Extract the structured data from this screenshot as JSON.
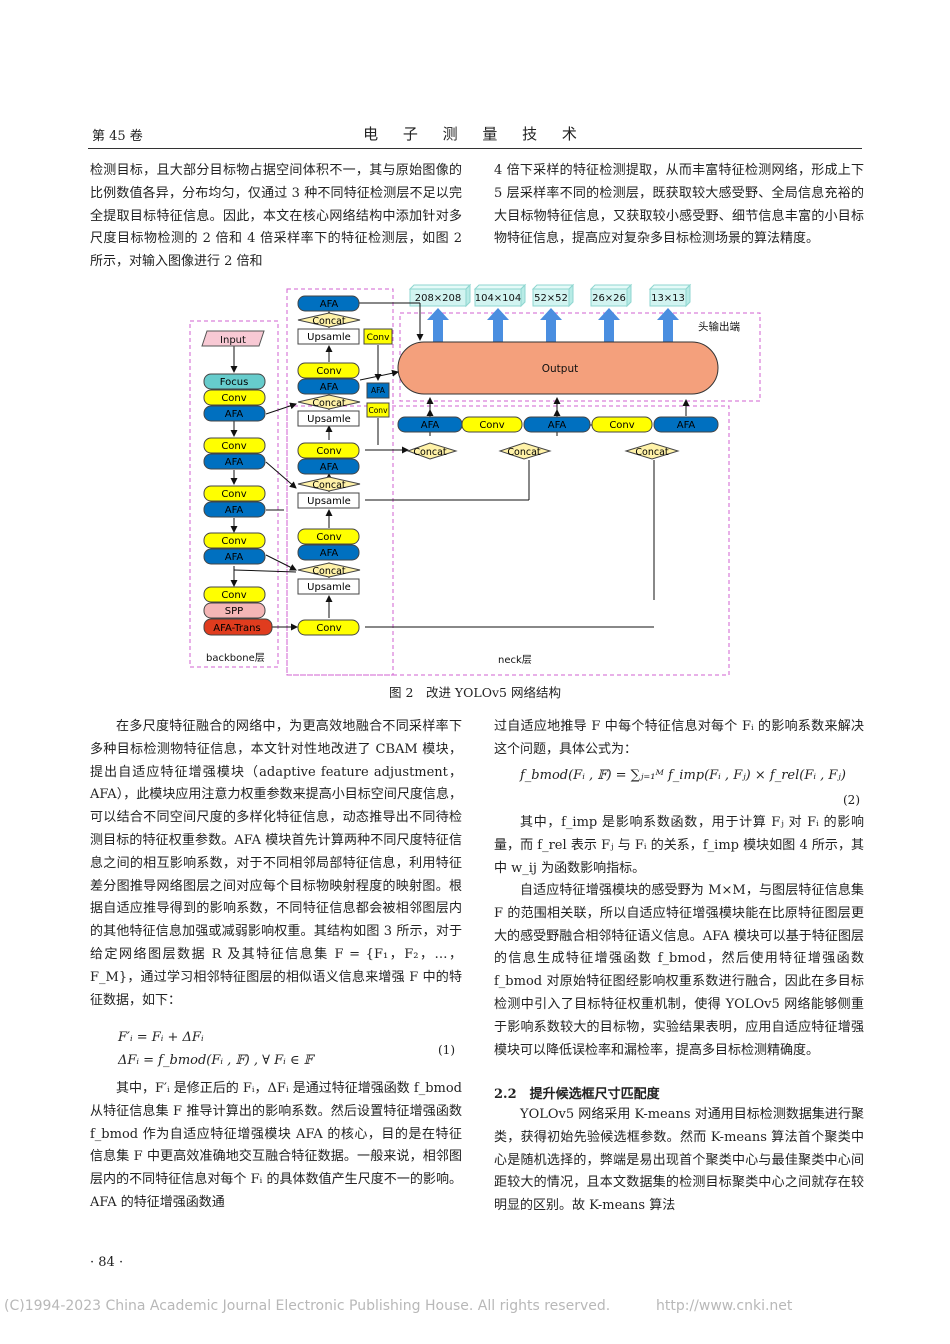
{
  "header": {
    "volume": "第 45 卷",
    "journal": "电 子 测 量 技 术"
  },
  "top_left_text": "检测目标，且大部分目标物占据空间体积不一，其与原始图像的比例数值各异，分布均匀，仅通过 3 种不同特征检测层不足以完全提取目标特征信息。因此，本文在核心网络结构中添加针对多尺度目标物检测的 2 倍和 4 倍采样率下的特征检测层，如图 2 所示，对输入图像进行 2 倍和",
  "top_right_text": "4 倍下采样的特征检测提取，从而丰富特征检测网络，形成上下 5 层采样率不同的检测层，既获取较大感受野、全局信息充裕的大目标物特征信息，又获取较小感受野、细节信息丰富的小目标物特征信息，提高应对复杂多目标检测场景的算法精度。",
  "figure": {
    "caption": "图 2　改进 YOLOv5 网络结构",
    "outputs": [
      "208×208",
      "104×104",
      "52×52",
      "26×26",
      "13×13"
    ],
    "head_label": "头输出端",
    "backbone_label": "backbone层",
    "neck_label": "neck层",
    "output_label": "Output",
    "input_label": "Input",
    "focus": "Focus",
    "conv": "Conv",
    "afa": "AFA",
    "concat": "Concat",
    "upsample": "Upsamle",
    "spp": "SPP",
    "afa_trans": "AFA-Trans",
    "colors": {
      "conv": "#ffff00",
      "afa": "#0070c0",
      "focus": "#66cccc",
      "spp": "#f4b6b6",
      "afa_trans": "#e03c1e",
      "output": "#f4a07c",
      "concat": "#fff2a8",
      "input": "#f8c9d4",
      "outputs": "#d2f4f1",
      "arrow": "#4a8ee0",
      "dashed": "#d060d0"
    }
  },
  "left_body": [
    "在多尺度特征融合的网络中，为更高效地融合不同采样率下多种目标检测物特征信息，本文针对性地改进了 CBAM 模块，提出自适应特征增强模块（adaptive feature adjustment，AFA），此模块应用注意力权重参数来提高小目标空间尺度信息，可以结合不同空间尺度的多样化特征信息，动态推导出不同待检测目标的特征权重参数。AFA 模块首先计算两种不同尺度特征信息之间的相互影响系数，对于不同相邻局部特征信息，利用特征差分图推导网络图层之间对应每个目标物映射程度的映射图。根据自适应推导得到的影响系数，不同特征信息都会被相邻图层内的其他特征信息加强或减弱影响权重。其结构如图 3 所示，对于给定网络图层数据 R 及其特征信息集 F = {F₁，F₂，…，F_M}，通过学习相邻特征图层的相似语义信息来增强 F 中的特征数据，如下："
  ],
  "eq1_line1": "F′ᵢ = Fᵢ + ΔFᵢ",
  "eq1_line2": "ΔFᵢ = f_bmod(Fᵢ , 𝔽) , ∀ Fᵢ ∈ 𝔽",
  "eq1_no": "(1)",
  "left_body2": [
    "其中，F′ᵢ 是修正后的 Fᵢ，ΔFᵢ 是通过特征增强函数 f_bmod 从特征信息集 F 推导计算出的影响系数。然后设置特征增强函数 f_bmod 作为自适应特征增强模块 AFA 的核心，目的是在特征信息集 F 中更高效准确地交互融合特征数据。一般来说，相邻图层内的不同特征信息对每个 Fᵢ 的具体数值产生尺度不一的影响。AFA 的特征增强函数通"
  ],
  "right_body1": "过自适应地推导 F 中每个特征信息对每个 Fᵢ 的影响系数来解决这个问题，具体公式为：",
  "eq2": "f_bmod(Fᵢ , 𝔽) = ∑ⱼ₌₁ᴹ f_imp(Fᵢ , Fⱼ) × f_rel(Fᵢ , Fⱼ)",
  "eq2_no": "(2)",
  "right_body2": [
    "其中，f_imp 是影响系数函数，用于计算 Fⱼ 对 Fᵢ 的影响量，而 f_rel 表示 Fⱼ 与 Fᵢ 的关系，f_imp 模块如图 4 所示，其中 w_ij 为函数影响指标。",
    "自适应特征增强模块的感受野为 M×M，与图层特征信息集 F 的范围相关联，所以自适应特征增强模块能在比原特征图层更大的感受野融合相邻特征语义信息。AFA 模块可以基于特征图层的信息生成特征增强函数 f_bmod，然后使用特征增强函数 f_bmod 对原始特征图经影响权重系数进行融合，因此在多目标检测中引入了目标特征权重机制，使得 YOLOv5 网络能够侧重于影响系数较大的目标物，实验结果表明，应用自适应特征增强模块可以降低误检率和漏检率，提高多目标检测精确度。"
  ],
  "section": "2.2　提升候选框尺寸匹配度",
  "right_body3": "YOLOv5 网络采用 K-means 对通用目标检测数据集进行聚类，获得初始先验候选框参数。然而 K-means 算法首个聚类中心是随机选择的，弊端是易出现首个聚类中心与最佳聚类中心间距较大的情况，且本文数据集的检测目标聚类中心之间就存在较明显的区别。故 K-means 算法",
  "page_number": "· 84 ·",
  "footer_left": "(C)1994-2023 China Academic Journal Electronic Publishing House. All rights reserved.",
  "footer_right": "http://www.cnki.net"
}
